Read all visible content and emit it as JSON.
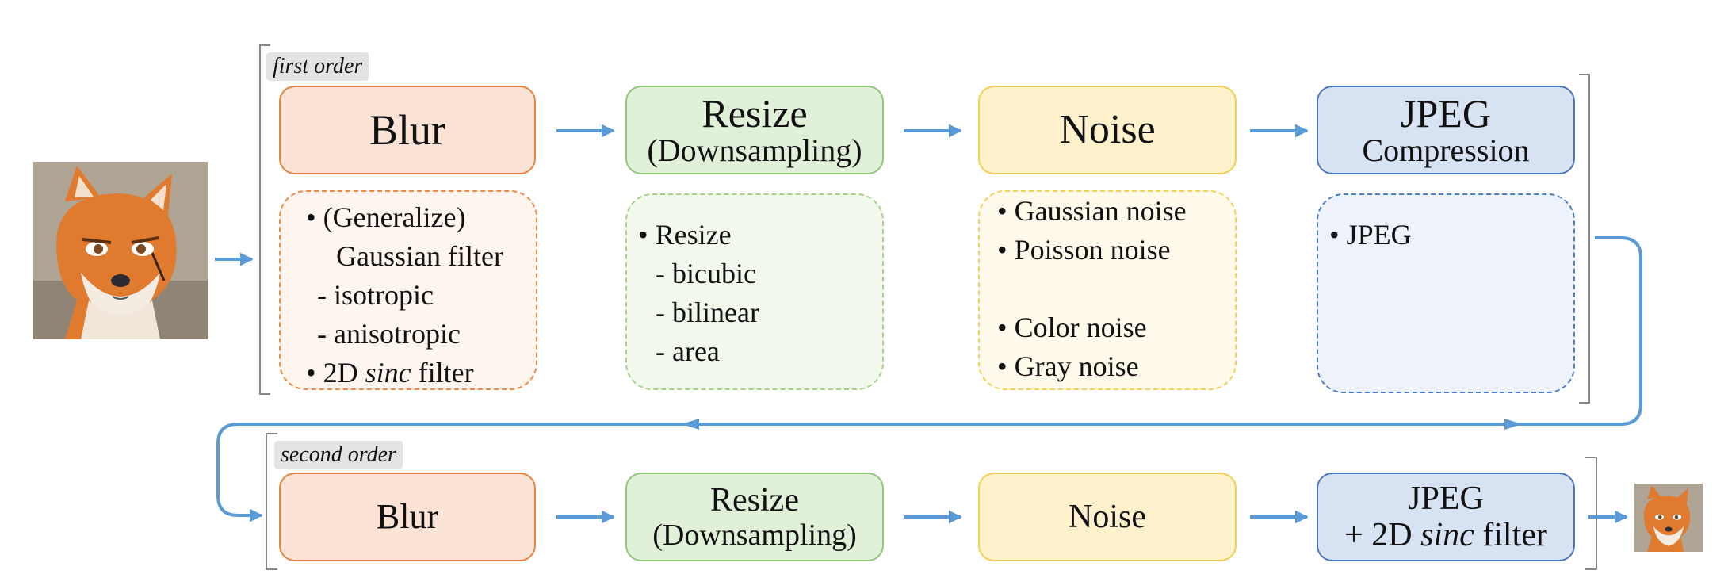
{
  "first_order": {
    "label": "first order",
    "blur": {
      "title": "Blur"
    },
    "resize": {
      "title": "Resize",
      "subtitle": "(Downsampling)"
    },
    "noise": {
      "title": "Noise"
    },
    "jpeg": {
      "title": "JPEG",
      "subtitle": "Compression"
    },
    "blur_options": {
      "l1": "•  (Generalize)",
      "l2": "Gaussian filter",
      "l3": "- isotropic",
      "l4": "- anisotropic",
      "l5_pre": "•  2D ",
      "l5_em": "sinc",
      "l5_post": " filter"
    },
    "resize_options": {
      "l1": "•  Resize",
      "l2": "- bicubic",
      "l3": "- bilinear",
      "l4": "- area"
    },
    "noise_options": {
      "l1": "•  Gaussian noise",
      "l2": "•  Poisson noise",
      "l3": "•  Color noise",
      "l4": "•  Gray noise"
    },
    "jpeg_options": {
      "l1": "•  JPEG"
    }
  },
  "second_order": {
    "label": "second order",
    "blur": {
      "title": "Blur"
    },
    "resize": {
      "title": "Resize",
      "subtitle": "(Downsampling)"
    },
    "noise": {
      "title": "Noise"
    },
    "jpeg": {
      "title": "JPEG",
      "subtitle_pre": "+ 2D ",
      "subtitle_em": "sinc",
      "subtitle_post": " filter"
    }
  },
  "colors": {
    "arrow": "#5b9bd5",
    "blur": "#fbe3d6",
    "resize": "#e1f0d8",
    "noise": "#fff1cc",
    "jpeg": "#d7e2f3"
  }
}
